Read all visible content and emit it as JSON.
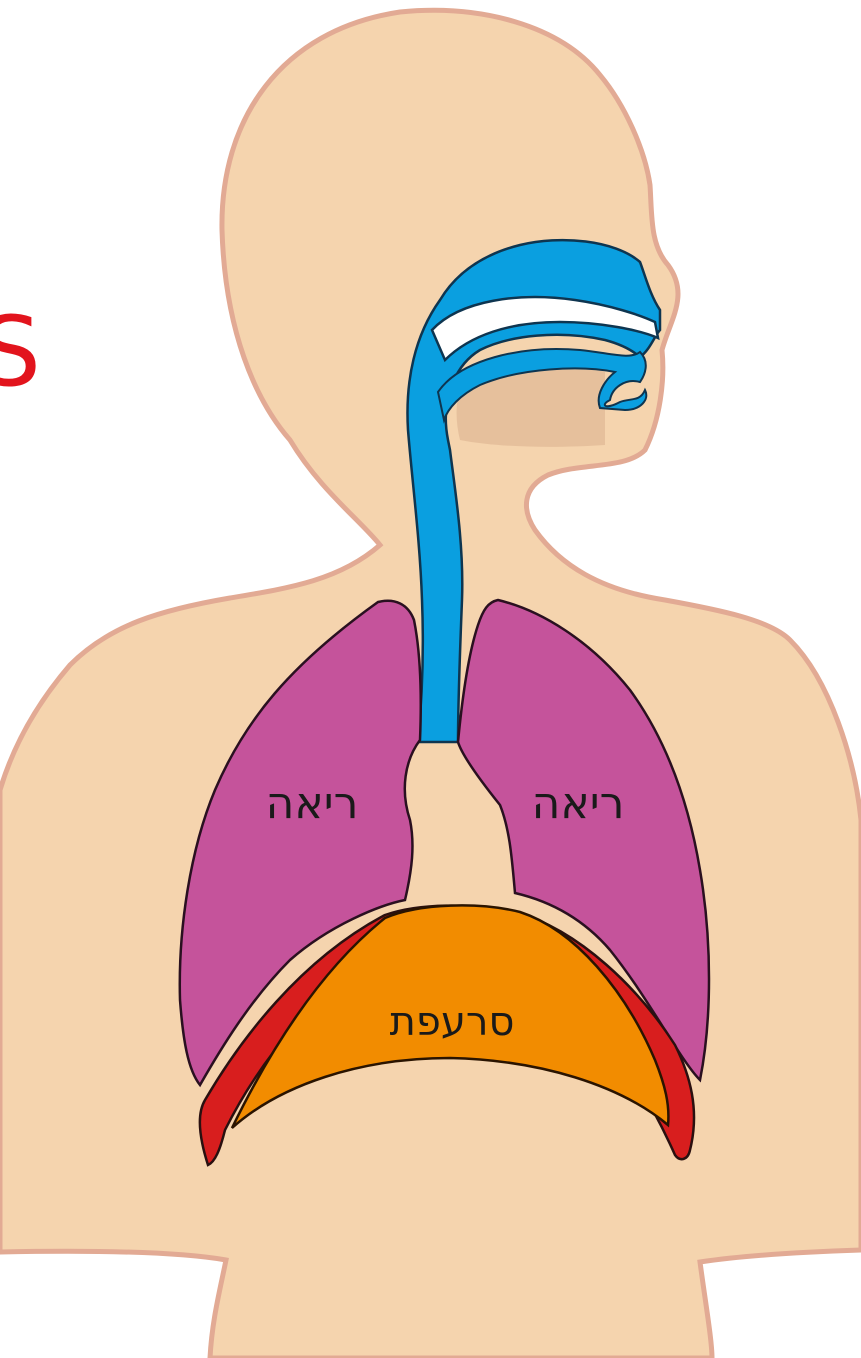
{
  "labels": {
    "lung_left": "ריאה",
    "lung_right": "ריאה",
    "diaphragm": "סרעפת",
    "cut_text": "S"
  },
  "colors": {
    "skin": "#f5d4ae",
    "skin_outline": "#e2aa94",
    "airway": "#0a9fe0",
    "mouth_cavity": "#e6c09c",
    "lung": "#c5539b",
    "diaphragm": "#f28c00",
    "muscle": "#d81e1e",
    "cut_text": "#e2141d"
  }
}
